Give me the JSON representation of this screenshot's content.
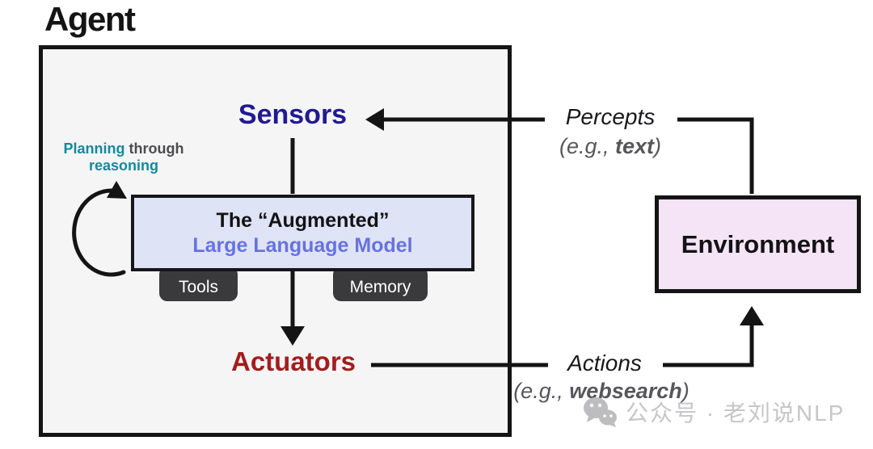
{
  "title": "Agent",
  "agent": {
    "sensors": "Sensors",
    "actuators": "Actuators",
    "planning": {
      "word1": "Planning",
      "word2": "through",
      "word3": "reasoning"
    },
    "llm": {
      "line1": "The “Augmented”",
      "line2": "Large Language Model"
    },
    "tabs": [
      {
        "label": "Tools"
      },
      {
        "label": "Memory"
      }
    ]
  },
  "environment": {
    "label": "Environment"
  },
  "edges": {
    "percepts": {
      "label": "Percepts",
      "example_prefix": "(e.g., ",
      "example_bold": "text",
      "example_suffix": ")"
    },
    "actions": {
      "label": "Actions",
      "example_prefix": "(e.g., ",
      "example_bold": "websearch",
      "example_suffix": ")"
    }
  },
  "watermark": {
    "icon": "wechat-icon",
    "text": "公众号 · 老刘说NLP"
  },
  "colors": {
    "sensors_text": "#211b91",
    "actuators_text": "#a31d1d",
    "planning_teal": "#15899c",
    "planning_gray": "#4c4c50",
    "llm_line2": "#6673de",
    "llm_box_fill": "#dfe3f6",
    "environment_fill": "#f4e4f5",
    "agent_fill": "#f5f5f6",
    "tab_fill": "#3a3a3c",
    "line": "#141414",
    "muted_text": "#57575b",
    "watermark": "#c6c6c8"
  }
}
